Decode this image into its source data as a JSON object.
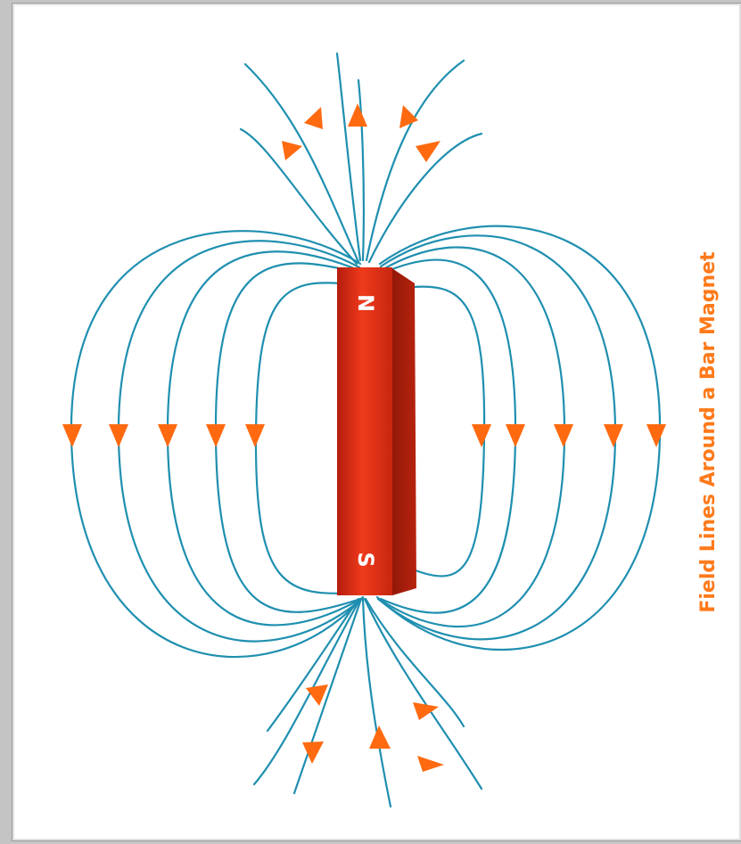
{
  "diagram": {
    "caption": "Field Lines Around a Bar Magnet",
    "north_label": "N",
    "south_label": "S",
    "colors": {
      "field_line": "#1f8fb0",
      "arrow": "#ff6a10",
      "caption": "#ff7a1a",
      "magnet_front": "#d92a14",
      "magnet_side": "#a51d0c"
    }
  }
}
